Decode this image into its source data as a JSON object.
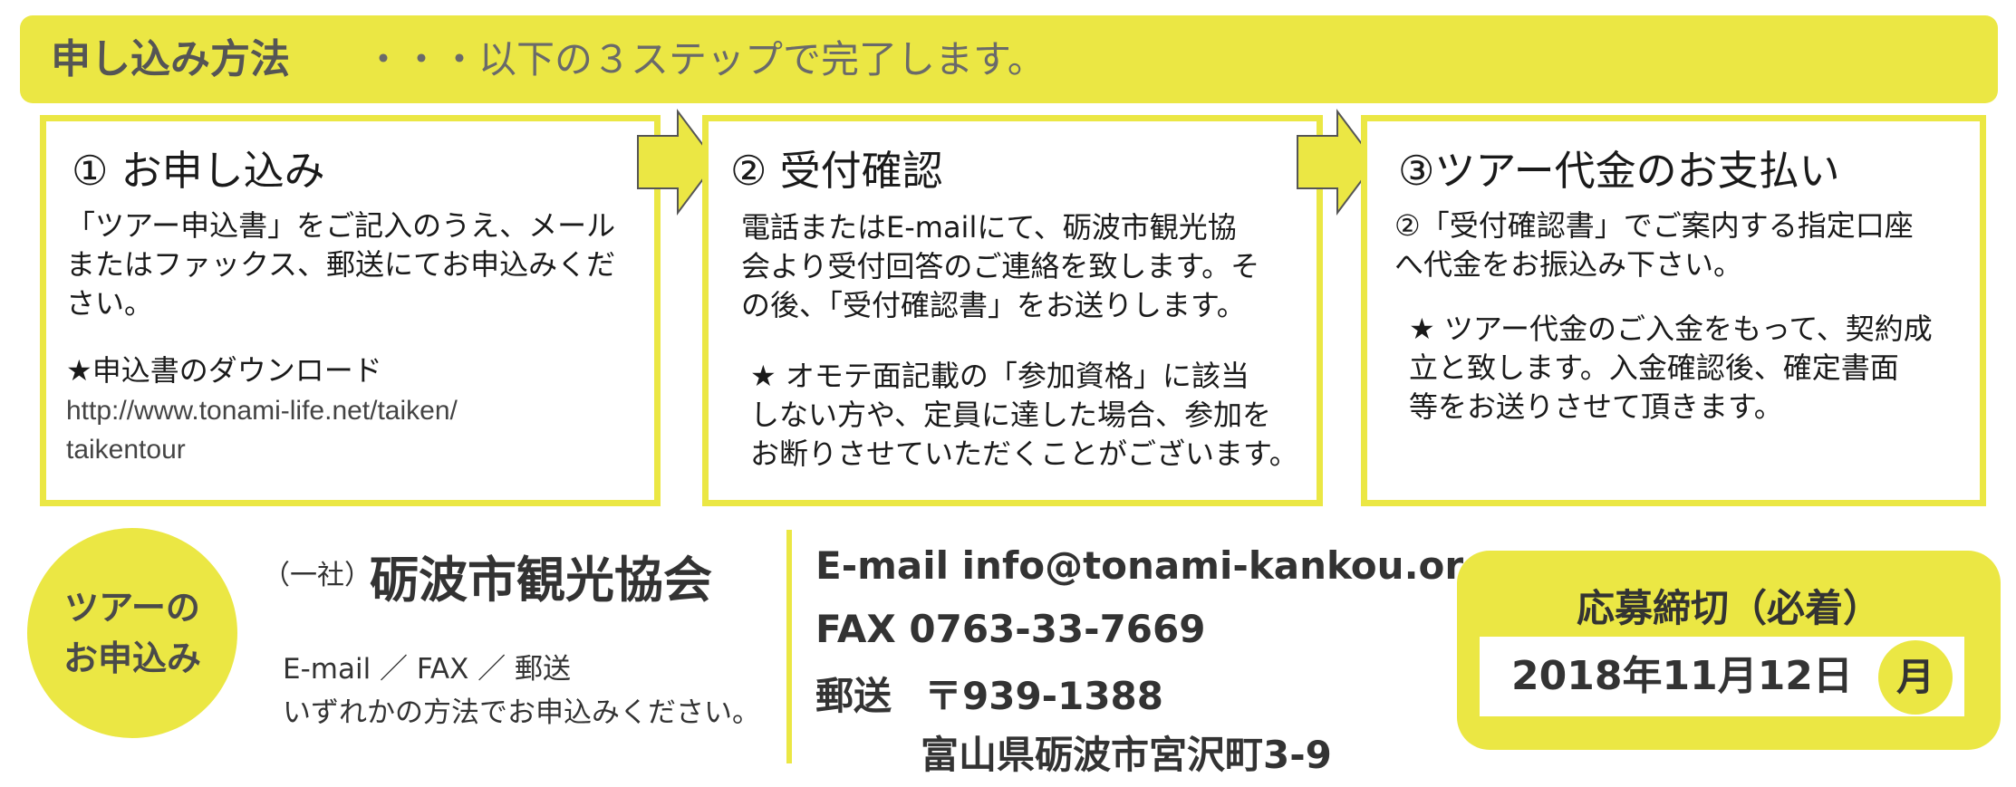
{
  "header": {
    "title": "申し込み方法",
    "subtitle": "・・・以下の３ステップで完了します。"
  },
  "steps": [
    {
      "title": "① お申し込み",
      "body": [
        "「ツアー申込書」をご記入のうえ、メール",
        "またはファックス、郵送にてお申込みくだ",
        "さい。"
      ],
      "note": [
        "★申込書のダウンロード"
      ],
      "url": [
        "http://www.tonami-life.net/taiken/",
        "taikentour"
      ]
    },
    {
      "title": "② 受付確認",
      "body": [
        "電話またはE-mailにて、砺波市観光協",
        "会より受付回答のご連絡を致します。そ",
        "の後、「受付確認書」をお送りします。"
      ],
      "note": [
        "★ オモテ面記載の「参加資格」に該当",
        "しない方や、定員に達した場合、参加を",
        "お断りさせていただくことがございます。"
      ]
    },
    {
      "title": "③ツアー代金のお支払い",
      "body": [
        "②「受付確認書」でご案内する指定口座",
        "へ代金をお振込み下さい。"
      ],
      "note": [
        "★ ツアー代金のご入金をもって、契約成",
        "立と致します。入金確認後、確定書面",
        "等をお送りさせて頂きます。"
      ]
    }
  ],
  "apply": {
    "circle_lines": [
      "ツアーの",
      "お申込み"
    ],
    "org_prefix": "（一社）",
    "org_name": "砺波市観光協会",
    "methods": [
      "E-mail ／ FAX ／ 郵送",
      "いずれかの方法でお申込みください。"
    ]
  },
  "contact": {
    "email": "E-mail info@tonami-kankou.org",
    "fax": "FAX 0763-33-7669",
    "mail_label": "郵送",
    "postal": "〒939-1388",
    "address": "富山県砺波市宮沢町3-9"
  },
  "deadline": {
    "label": "応募締切（必着）",
    "date": "2018年11月12日",
    "weekday": "月"
  },
  "colors": {
    "accent": "#ebe744",
    "text": "#333333"
  },
  "icons": [
    "right-arrow-icon"
  ]
}
